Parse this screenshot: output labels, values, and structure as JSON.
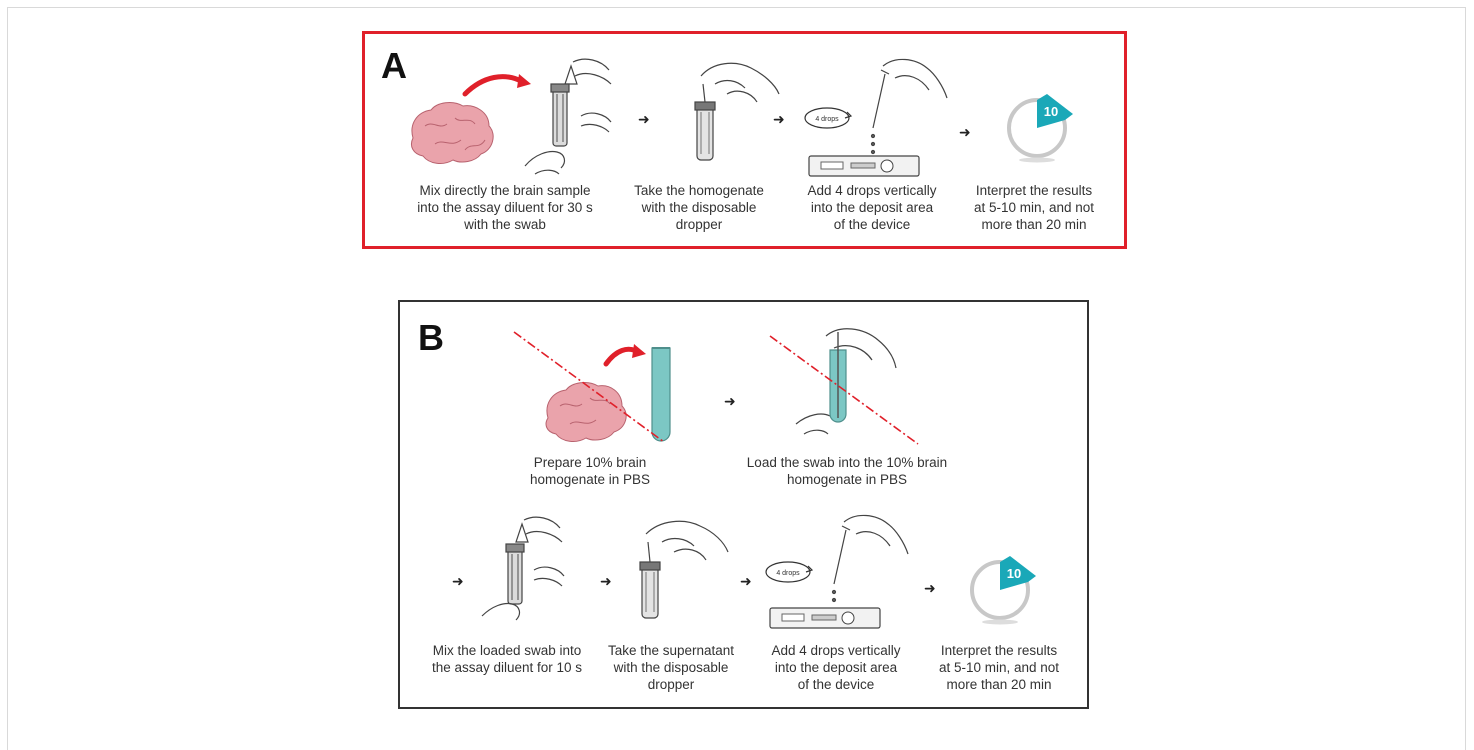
{
  "panel_a": {
    "label": "A",
    "steps": [
      {
        "caption": "Mix directly the brain sample\ninto the assay diluent for 30 s\nwith the swab"
      },
      {
        "caption": "Take the homogenate\nwith the disposable\ndropper"
      },
      {
        "caption": "Add 4 drops vertically\ninto the deposit area\nof the device"
      },
      {
        "caption": "Interpret the results\nat 5-10 min, and not\nmore than 20 min"
      }
    ],
    "drops_label": "4 drops",
    "timer_label": "10"
  },
  "panel_b": {
    "label": "B",
    "row1": [
      {
        "caption": "Prepare 10% brain\nhomogenate in PBS"
      },
      {
        "caption": "Load the swab into the 10% brain\nhomogenate in PBS"
      }
    ],
    "row2": [
      {
        "caption": "Mix the loaded swab into\nthe assay diluent for 10 s"
      },
      {
        "caption": "Take the supernatant\nwith the disposable\ndropper"
      },
      {
        "caption": "Add 4 drops vertically\ninto the deposit area\nof the device"
      },
      {
        "caption": "Interpret the results\nat 5-10 min, and not\nmore than 20 min"
      }
    ],
    "drops_label": "4 drops",
    "timer_label": "10"
  },
  "colors": {
    "panel_a_border": "#e0202a",
    "panel_b_border": "#333333",
    "accent_teal": "#1aa8b8",
    "brain_pink": "#e8a0a8",
    "red_arrow": "#e0202a",
    "dashed_line": "#e0202a"
  },
  "icons": [
    "brain-icon",
    "curved-arrow-icon",
    "swab-tube-icon",
    "dropper-tube-icon",
    "test-device-icon",
    "timer-icon",
    "pbs-tube-icon",
    "right-arrow-icon"
  ]
}
